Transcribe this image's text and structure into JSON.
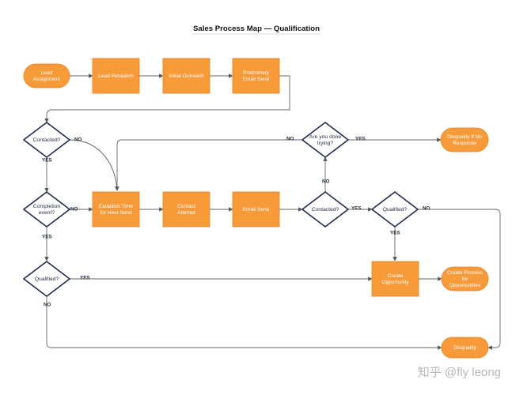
{
  "title": "Sales Process Map — Qualification",
  "watermark": "知乎 @fly leong",
  "colors": {
    "node_fill": "#f79a3a",
    "node_stroke": "#e5831e",
    "decision_stroke": "#1f2d4d",
    "edge": "#666666"
  },
  "nodes": {
    "lead_assignment": [
      "Lead",
      "Assignment"
    ],
    "lead_research": [
      "Lead Research"
    ],
    "initial_outreach": [
      "Initial Outreach"
    ],
    "preliminary_email": [
      "Preliminary",
      "Email Send"
    ],
    "contacted_1": [
      "Contacted?"
    ],
    "establish_time": [
      "Establish Time",
      "for Next Send"
    ],
    "completion_event": [
      "Completion",
      "event?"
    ],
    "contact_attempt": [
      "Contact",
      "Attempt"
    ],
    "email_send": [
      "Email Send"
    ],
    "contacted_2": [
      "Contacted?"
    ],
    "are_you_done": [
      "Are you done",
      "trying?"
    ],
    "disqualify_no_response": [
      "Disqualify if No",
      "Response"
    ],
    "qualified_right": [
      "Qualified?"
    ],
    "qualified_left": [
      "Qualified?"
    ],
    "create_opportunity": [
      "Create",
      "Opportunity"
    ],
    "create_process": [
      "Create Process",
      "for",
      "Opportunities"
    ],
    "disqualify": [
      "Disqualify"
    ]
  },
  "edge_labels": {
    "no": "NO",
    "yes": "YES"
  }
}
